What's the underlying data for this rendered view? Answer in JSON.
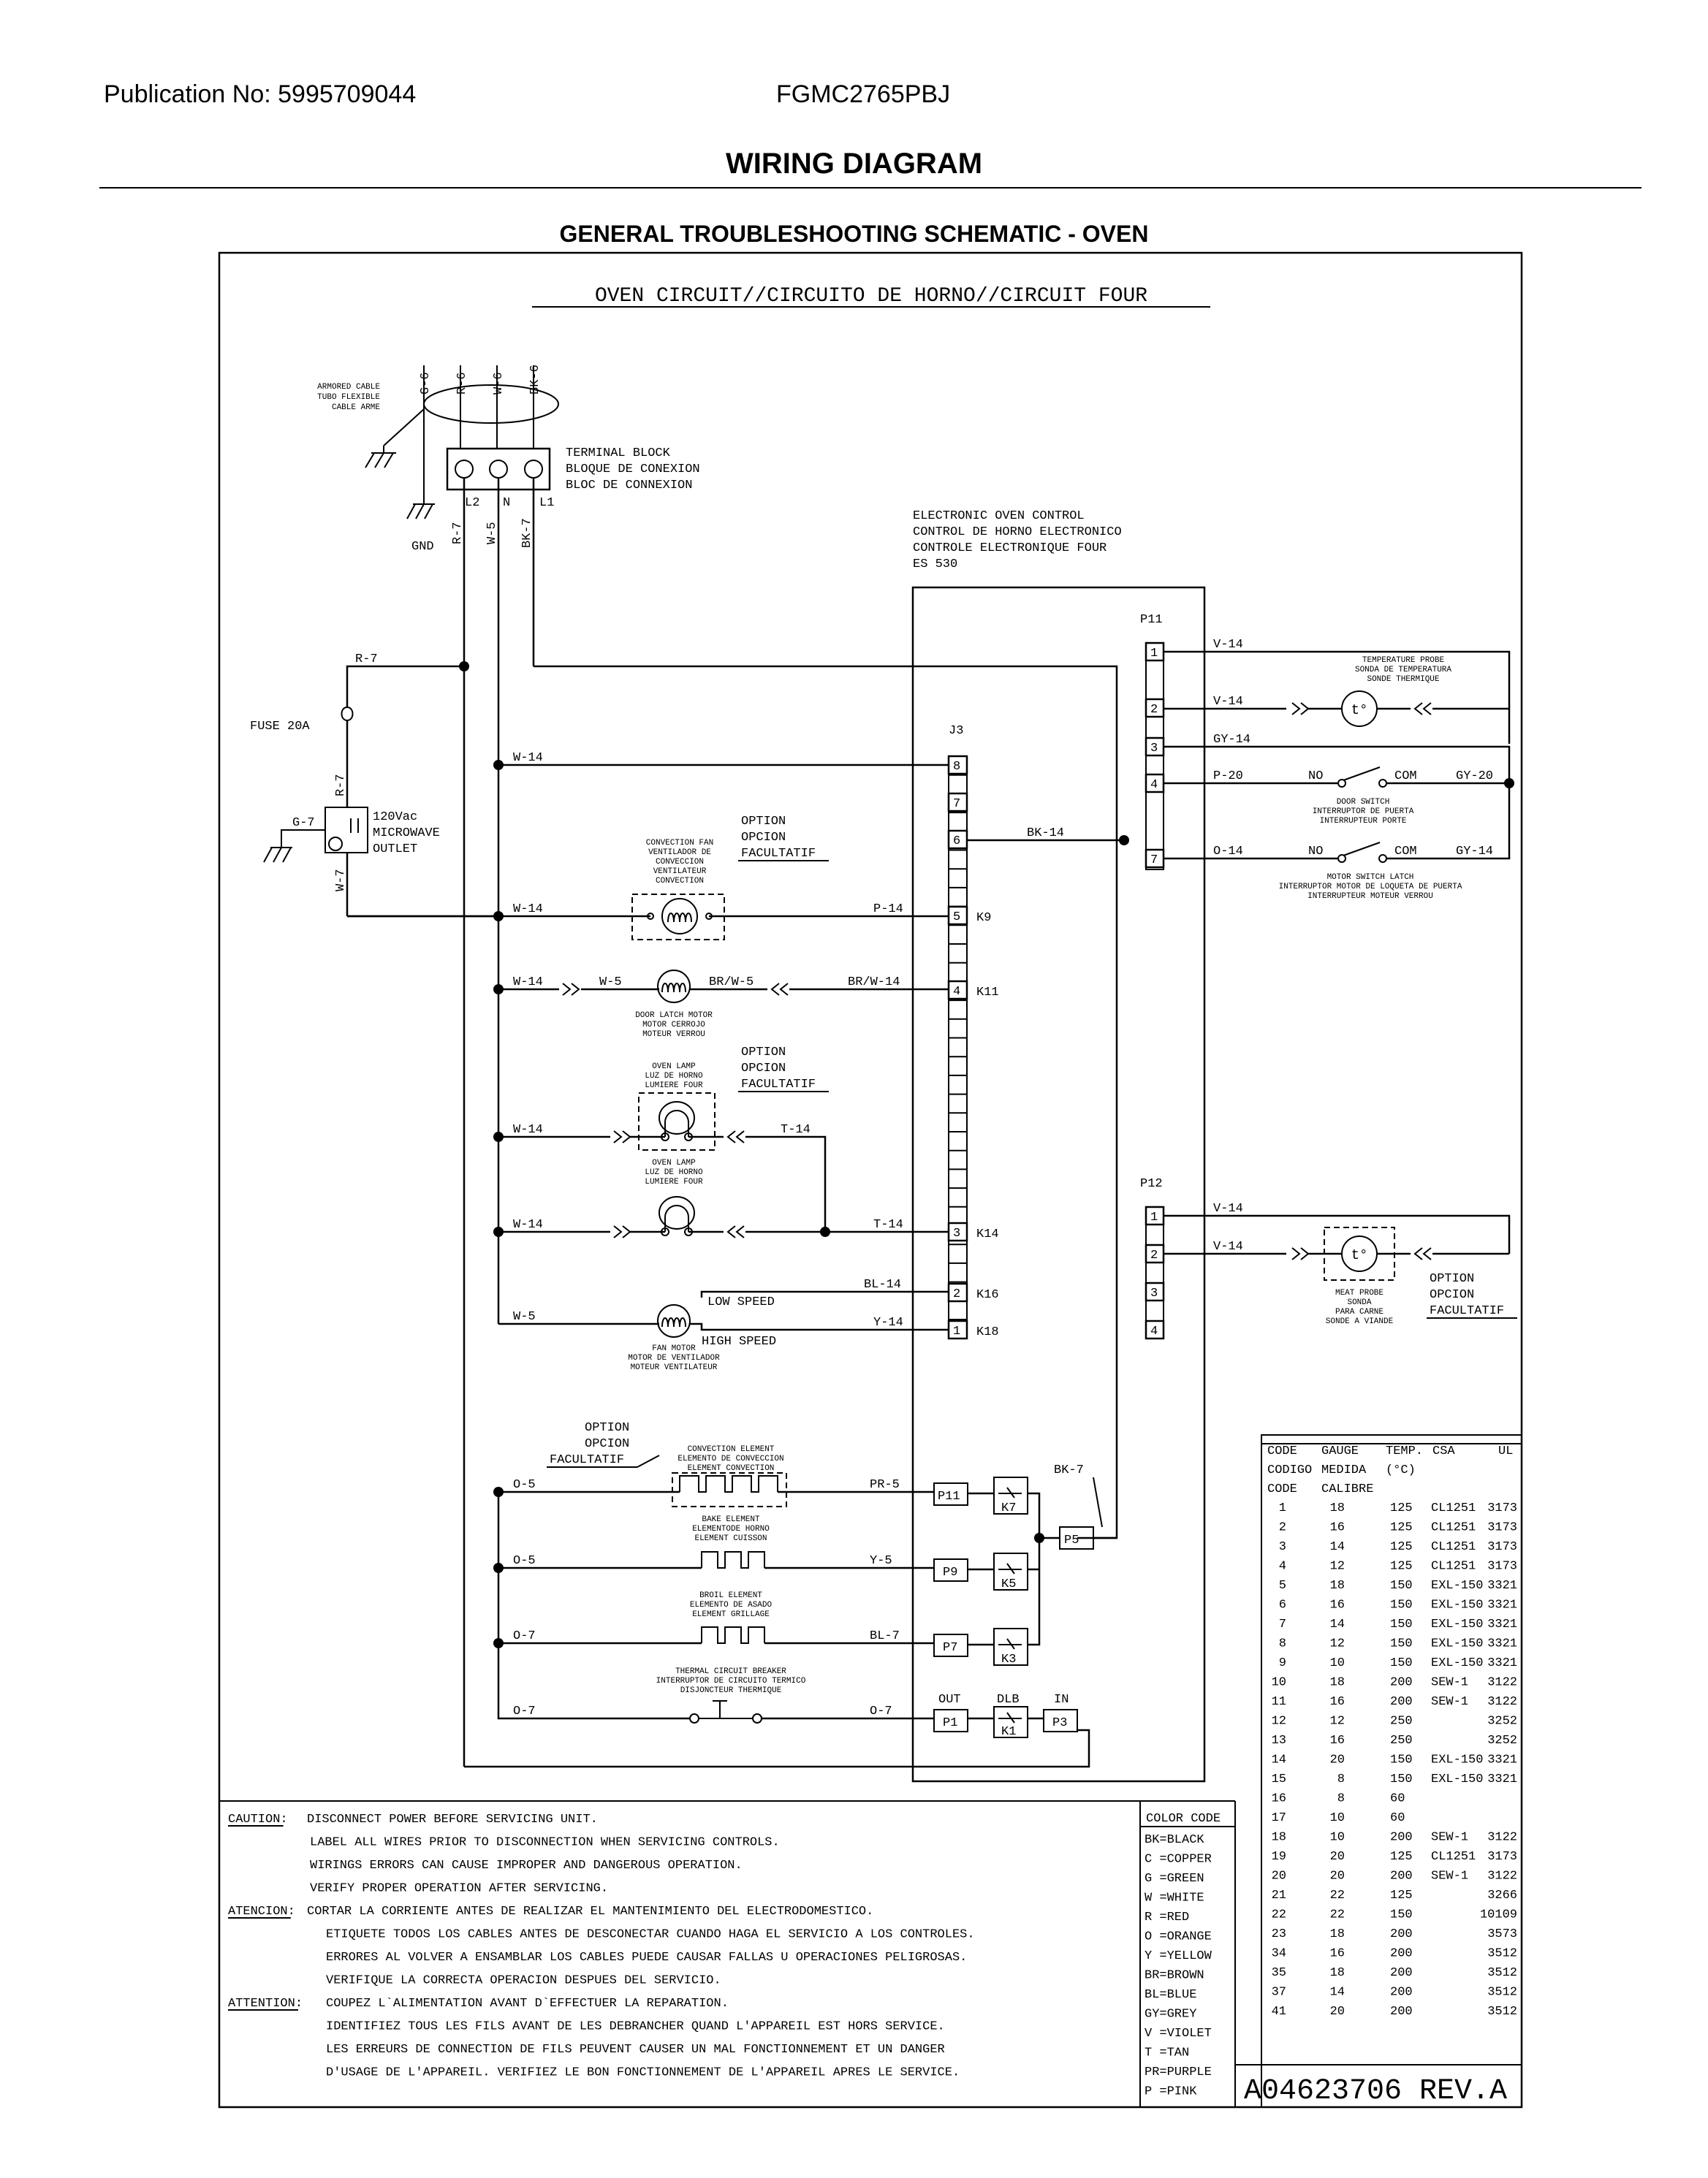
{
  "header": {
    "publication": "Publication No: 5995709044",
    "model": "FGMC2765PBJ",
    "title": "WIRING DIAGRAM",
    "subtitle": "GENERAL TROUBLESHOOTING SCHEMATIC - OVEN"
  },
  "circuit_title": "OVEN CIRCUIT//CIRCUITO DE HORNO//CIRCUIT FOUR",
  "armored_cable": [
    "ARMORED CABLE",
    "TUBO FLEXIBLE",
    "CABLE ARME"
  ],
  "supply_wires": [
    "G-6",
    "R-6",
    "W-6",
    "BK-6"
  ],
  "terminal_block": [
    "TERMINAL BLOCK",
    "BLOQUE DE CONEXION",
    "BLOC DE CONNEXION"
  ],
  "terminal_labels": [
    "L2",
    "N",
    "L1"
  ],
  "gnd": "GND",
  "main_wires": [
    "R-7",
    "W-5",
    "BK-7"
  ],
  "eoc": [
    "ELECTRONIC OVEN CONTROL",
    "CONTROL DE HORNO ELECTRONICO",
    "CONTROLE ELECTRONIQUE FOUR",
    "ES 530"
  ],
  "fuse": "FUSE 20A",
  "r7_top": "R-7",
  "r7_fuse": "R-7",
  "g7": "G-7",
  "w7": "W-7",
  "outlet": [
    "120Vac",
    "MICROWAVE",
    "OUTLET"
  ],
  "option": [
    "OPTION",
    "OPCION",
    "FACULTATIF"
  ],
  "connectors": {
    "j3": "J3",
    "p11": "P11",
    "p12": "P12"
  },
  "j3_pins": [
    "8",
    "7",
    "6",
    "5",
    "4",
    "3",
    "2",
    "1"
  ],
  "relays": [
    "K9",
    "K11",
    "K14",
    "K16",
    "K18"
  ],
  "p11_pins": [
    "1",
    "2",
    "3",
    "4",
    "7"
  ],
  "p12_pins": [
    "1",
    "2",
    "3",
    "4"
  ],
  "wire_labels": {
    "w14": "W-14",
    "w5": "W-5",
    "brw5": "BR/W-5",
    "brw14": "BR/W-14",
    "p14": "P-14",
    "bk14": "BK-14",
    "t14": "T-14",
    "bl14": "BL-14",
    "y14": "Y-14",
    "v14": "V-14",
    "gy14": "GY-14",
    "p20": "P-20",
    "o14": "O-14",
    "gy20": "GY-20",
    "o5": "O-5",
    "o7": "O-7",
    "pr5": "PR-5",
    "y5": "Y-5",
    "bl7": "BL-7",
    "bk7": "BK-7"
  },
  "switch_labels": {
    "no": "NO",
    "com": "COM"
  },
  "speeds": {
    "low": "LOW SPEED",
    "high": "HIGH SPEED"
  },
  "components": {
    "conv_fan": [
      "CONVECTION FAN",
      "VENTILADOR DE",
      "CONVECCION",
      "VENTILATEUR",
      "CONVECTION"
    ],
    "door_latch": [
      "DOOR LATCH MOTOR",
      "MOTOR CERROJO",
      "MOTEUR VERROU"
    ],
    "lamp1": [
      "OVEN LAMP",
      "LUZ DE HORNO",
      "LUMIERE FOUR"
    ],
    "lamp2": [
      "OVEN LAMP",
      "LUZ DE HORNO",
      "LUMIERE FOUR"
    ],
    "fan_motor": [
      "FAN MOTOR",
      "MOTOR DE VENTILADOR",
      "MOTEUR VENTILATEUR"
    ],
    "temp_probe": [
      "TEMPERATURE PROBE",
      "SONDA DE TEMPERATURA",
      "SONDE THERMIQUE"
    ],
    "door_switch": [
      "DOOR SWITCH",
      "INTERRUPTOR DE PUERTA",
      "INTERRUPTEUR PORTE"
    ],
    "motor_latch": [
      "MOTOR SWITCH LATCH",
      "INTERRUPTOR MOTOR DE LOQUETA DE PUERTA",
      "INTERRUPTEUR MOTEUR VERROU"
    ],
    "meat_probe": [
      "MEAT PROBE",
      "SONDA",
      "PARA CARNE",
      "SONDE A VIANDE"
    ],
    "conv_element": [
      "CONVECTION ELEMENT",
      "ELEMENTO DE CONVECCION",
      "ELEMENT CONVECTION"
    ],
    "bake_element": [
      "BAKE ELEMENT",
      "ELEMENTODE HORNO",
      "ELEMENT CUISSON"
    ],
    "broil_element": [
      "BROIL ELEMENT",
      "ELEMENTO DE ASADO",
      "ELEMENT GRILLAGE"
    ],
    "thermal_breaker": [
      "THERMAL CIRCUIT BREAKER",
      "INTERRUPTOR DE CIRCUITO TERMICO",
      "DISJONCTEUR THERMIQUE"
    ]
  },
  "probe_symbol": "t°",
  "relay_boxes": {
    "p11": "P11",
    "k7": "K7",
    "p9": "P9",
    "k5": "K5",
    "p7": "P7",
    "k3": "K3",
    "p5": "P5",
    "p1": "P1",
    "k1": "K1",
    "p3": "P3",
    "out": "OUT",
    "dlb": "DLB",
    "in": "IN"
  },
  "gauge_table": {
    "headers": [
      [
        "CODE",
        "GAUGE",
        "TEMP.",
        "CSA",
        "UL"
      ],
      [
        "CODIGO",
        "MEDIDA",
        "(°C)",
        "",
        ""
      ],
      [
        "CODE",
        "CALIBRE",
        "",
        "",
        ""
      ]
    ],
    "rows": [
      [
        "1",
        "18",
        "125",
        "CL1251",
        "3173"
      ],
      [
        "2",
        "16",
        "125",
        "CL1251",
        "3173"
      ],
      [
        "3",
        "14",
        "125",
        "CL1251",
        "3173"
      ],
      [
        "4",
        "12",
        "125",
        "CL1251",
        "3173"
      ],
      [
        "5",
        "18",
        "150",
        "EXL-150",
        "3321"
      ],
      [
        "6",
        "16",
        "150",
        "EXL-150",
        "3321"
      ],
      [
        "7",
        "14",
        "150",
        "EXL-150",
        "3321"
      ],
      [
        "8",
        "12",
        "150",
        "EXL-150",
        "3321"
      ],
      [
        "9",
        "10",
        "150",
        "EXL-150",
        "3321"
      ],
      [
        "10",
        "18",
        "200",
        "SEW-1",
        "3122"
      ],
      [
        "11",
        "16",
        "200",
        "SEW-1",
        "3122"
      ],
      [
        "12",
        "12",
        "250",
        "",
        "3252"
      ],
      [
        "13",
        "16",
        "250",
        "",
        "3252"
      ],
      [
        "14",
        "20",
        "150",
        "EXL-150",
        "3321"
      ],
      [
        "15",
        "8",
        "150",
        "EXL-150",
        "3321"
      ],
      [
        "16",
        "8",
        "60",
        "",
        ""
      ],
      [
        "17",
        "10",
        "60",
        "",
        ""
      ],
      [
        "18",
        "10",
        "200",
        "SEW-1",
        "3122"
      ],
      [
        "19",
        "20",
        "125",
        "CL1251",
        "3173"
      ],
      [
        "20",
        "20",
        "200",
        "SEW-1",
        "3122"
      ],
      [
        "21",
        "22",
        "125",
        "",
        "3266"
      ],
      [
        "22",
        "22",
        "150",
        "",
        "10109"
      ],
      [
        "23",
        "18",
        "200",
        "",
        "3573"
      ],
      [
        "34",
        "16",
        "200",
        "",
        "3512"
      ],
      [
        "35",
        "18",
        "200",
        "",
        "3512"
      ],
      [
        "37",
        "14",
        "200",
        "",
        "3512"
      ],
      [
        "41",
        "20",
        "200",
        "",
        "3512"
      ]
    ]
  },
  "color_code": {
    "title": "COLOR CODE",
    "items": [
      "BK=BLACK",
      "C =COPPER",
      "G =GREEN",
      "W =WHITE",
      "R =RED",
      "O =ORANGE",
      "Y =YELLOW",
      "BR=BROWN",
      "BL=BLUE",
      "GY=GREY",
      "V =VIOLET",
      "T =TAN",
      "PR=PURPLE",
      "P =PINK"
    ]
  },
  "notes": [
    {
      "label": "CAUTION:",
      "lines": [
        "DISCONNECT POWER BEFORE SERVICING UNIT.",
        "LABEL ALL WIRES PRIOR TO DISCONNECTION WHEN SERVICING CONTROLS.",
        "WIRINGS ERRORS CAN CAUSE IMPROPER AND DANGEROUS OPERATION.",
        "VERIFY PROPER OPERATION AFTER SERVICING."
      ]
    },
    {
      "label": "ATENCION:",
      "lines": [
        "CORTAR LA CORRIENTE ANTES DE REALIZAR EL MANTENIMIENTO DEL ELECTRODOMESTICO.",
        "ETIQUETE TODOS LOS CABLES ANTES DE DESCONECTAR CUANDO HAGA EL SERVICIO A LOS CONTROLES.",
        "ERRORES AL VOLVER A ENSAMBLAR LOS CABLES PUEDE CAUSAR FALLAS U OPERACIONES PELIGROSAS.",
        "VERIFIQUE LA CORRECTA OPERACION DESPUES DEL SERVICIO."
      ]
    },
    {
      "label": "ATTENTION:",
      "lines": [
        "COUPEZ L`ALIMENTATION AVANT D`EFFECTUER LA REPARATION.",
        "IDENTIFIEZ TOUS LES FILS AVANT DE LES DEBRANCHER QUAND L'APPAREIL EST HORS SERVICE.",
        "LES ERREURS DE CONNECTION DE FILS PEUVENT CAUSER UN MAL FONCTIONNEMENT ET UN DANGER",
        "D'USAGE DE L'APPAREIL. VERIFIEZ LE BON FONCTIONNEMENT DE L'APPAREIL APRES LE SERVICE."
      ]
    }
  ],
  "part_number": "A04623706 REV.A"
}
